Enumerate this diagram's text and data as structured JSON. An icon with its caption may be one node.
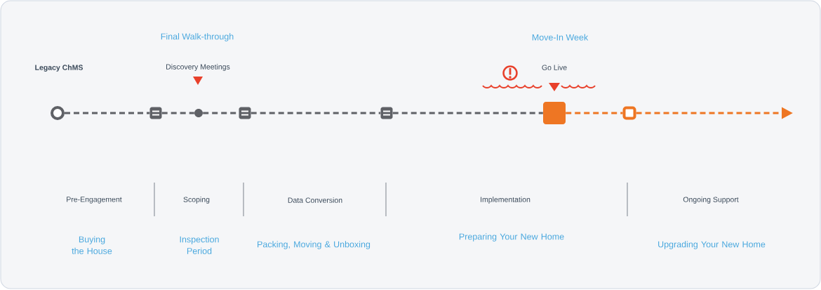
{
  "diagram": {
    "nodes": [
      {
        "text": [],
        "shape": "circle"
      },
      {
        "text": [],
        "shape": "box"
      },
      {
        "text": [],
        "shape": "circle"
      },
      {
        "text": [],
        "shape": "box"
      },
      {
        "text": [],
        "shape": "box"
      },
      {
        "text": [],
        "shape": "box"
      },
      {
        "text": [],
        "shape": "box"
      }
    ],
    "edges": [
      {
        "from": 0,
        "to": 1,
        "arrow": "none",
        "style": "dashed"
      },
      {
        "from": 1,
        "to": 2,
        "arrow": "none",
        "style": "dashed"
      },
      {
        "from": 2,
        "to": 3,
        "arrow": "none",
        "style": "dashed"
      },
      {
        "from": 3,
        "to": 4,
        "arrow": "none",
        "style": "dashed"
      },
      {
        "from": 4,
        "to": 5,
        "arrow": "none",
        "style": "dashed"
      },
      {
        "from": 5,
        "to": 6,
        "arrow": "none",
        "style": "dashed",
        "color": "#ee7623"
      },
      {
        "from": 6,
        "to": null,
        "arrow": "to",
        "style": "dashed",
        "color": "#ee7623"
      }
    ],
    "labels": [
      "Final Walk-through",
      "Move-In Week",
      "Legacy ChMS",
      "Discovery Meetings",
      "Go Live",
      "Pre-Engagement",
      "Scoping",
      "Data Conversion",
      "Implementation",
      "Ongoing Support",
      "Buying the House",
      "Inspection Period",
      "Packing, Moving & Unboxing",
      "Preparing Your New Home",
      "Upgrading Your New Home"
    ]
  }
}
